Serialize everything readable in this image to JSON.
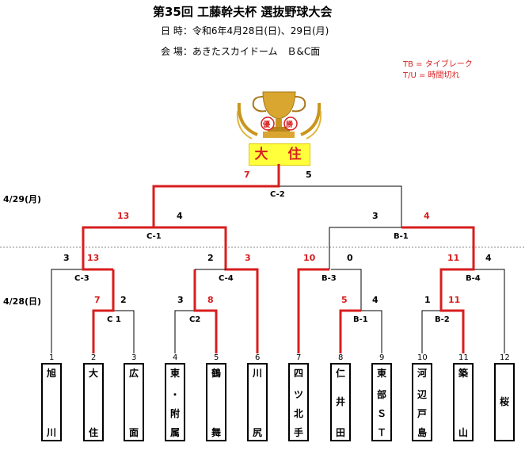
{
  "header": {
    "title": "第35回 工藤幹夫杯 選抜野球大会",
    "date_line": "日 時：令和6年4月28日(日)、29日(月)",
    "venue_line": "会 場：あきたスカイドーム　Ｂ&C面"
  },
  "legend": {
    "tb": "TB = タイブレーク",
    "tu": "T/U = 時間切れ"
  },
  "trophy": {
    "label_left": "優",
    "label_right": "勝"
  },
  "champion": "大　住",
  "dates": {
    "day2": "4/29(月)",
    "day1": "4/28(日)"
  },
  "colors": {
    "win": "#d81e1e",
    "line": "#000000",
    "champ_bg": "#ffff3c",
    "trophy": "#c8961e"
  },
  "teams": [
    {
      "seed": "1",
      "top": "旭",
      "mid": "",
      "bottom": "川"
    },
    {
      "seed": "2",
      "top": "大",
      "mid": "",
      "bottom": "住"
    },
    {
      "seed": "3",
      "top": "広",
      "mid": "",
      "bottom": "面"
    },
    {
      "seed": "4",
      "top": "東",
      "mid": "・\n附",
      "bottom": "属"
    },
    {
      "seed": "5",
      "top": "鶴",
      "mid": "",
      "bottom": "舞"
    },
    {
      "seed": "6",
      "top": "川",
      "mid": "",
      "bottom": "尻"
    },
    {
      "seed": "7",
      "top": "四",
      "mid": "ツ\n北",
      "bottom": "手"
    },
    {
      "seed": "8",
      "top": "仁",
      "mid": "井",
      "bottom": "田"
    },
    {
      "seed": "9",
      "top": "東",
      "mid": "部\nＳ",
      "bottom": "Ｔ"
    },
    {
      "seed": "10",
      "top": "河",
      "mid": "辺\n戸",
      "bottom": "島"
    },
    {
      "seed": "11",
      "top": "築",
      "mid": "",
      "bottom": "山"
    },
    {
      "seed": "12",
      "top": "",
      "mid": "桜",
      "bottom": ""
    }
  ],
  "matches": {
    "C1": {
      "label": "C 1",
      "left": "7",
      "right": "2"
    },
    "C2": {
      "label": "C2",
      "left": "3",
      "right": "8"
    },
    "B1": {
      "label": "B-1",
      "left": "5",
      "right": "4"
    },
    "B2": {
      "label": "B-2",
      "left": "1",
      "right": "11"
    },
    "C3": {
      "label": "C-3",
      "left": "3",
      "right": "13"
    },
    "C4": {
      "label": "C-4",
      "left": "2",
      "right": "3"
    },
    "B3": {
      "label": "B-3",
      "left": "10",
      "right": "0"
    },
    "B4": {
      "label": "B-4",
      "left": "11",
      "right": "4"
    },
    "SC1": {
      "label": "C-1",
      "left": "13",
      "right": "4"
    },
    "SB1": {
      "label": "B-1",
      "left": "3",
      "right": "4"
    },
    "F": {
      "label": "C-2",
      "left": "7",
      "right": "5"
    }
  }
}
